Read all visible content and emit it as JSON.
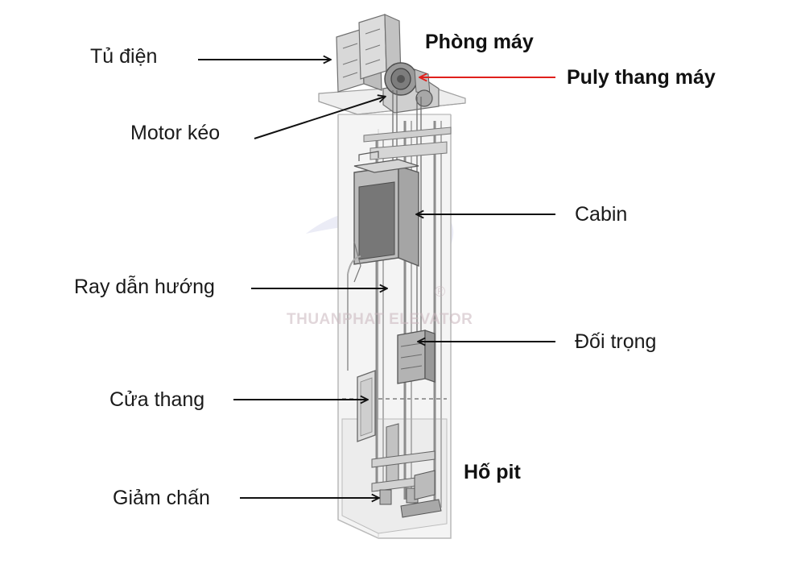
{
  "labels": {
    "tu_dien": "Tủ điện",
    "phong_may": "Phòng máy",
    "puly": "Puly thang máy",
    "motor": "Motor kéo",
    "cabin": "Cabin",
    "ray": "Ray dẫn hướng",
    "doi_trong": "Đối trọng",
    "cua_thang": "Cửa thang",
    "ho_pit": "Hố pit",
    "giam_chan": "Giảm chấn"
  },
  "watermark": {
    "text": "THUANPHAT ELEVATOR",
    "registered": "®"
  },
  "colors": {
    "arrow": "#111111",
    "highlight_arrow": "#e0201c",
    "shaft_line": "#b9b9b9",
    "machine": "#a9a9a9",
    "watermark": "#c7c9e6"
  }
}
